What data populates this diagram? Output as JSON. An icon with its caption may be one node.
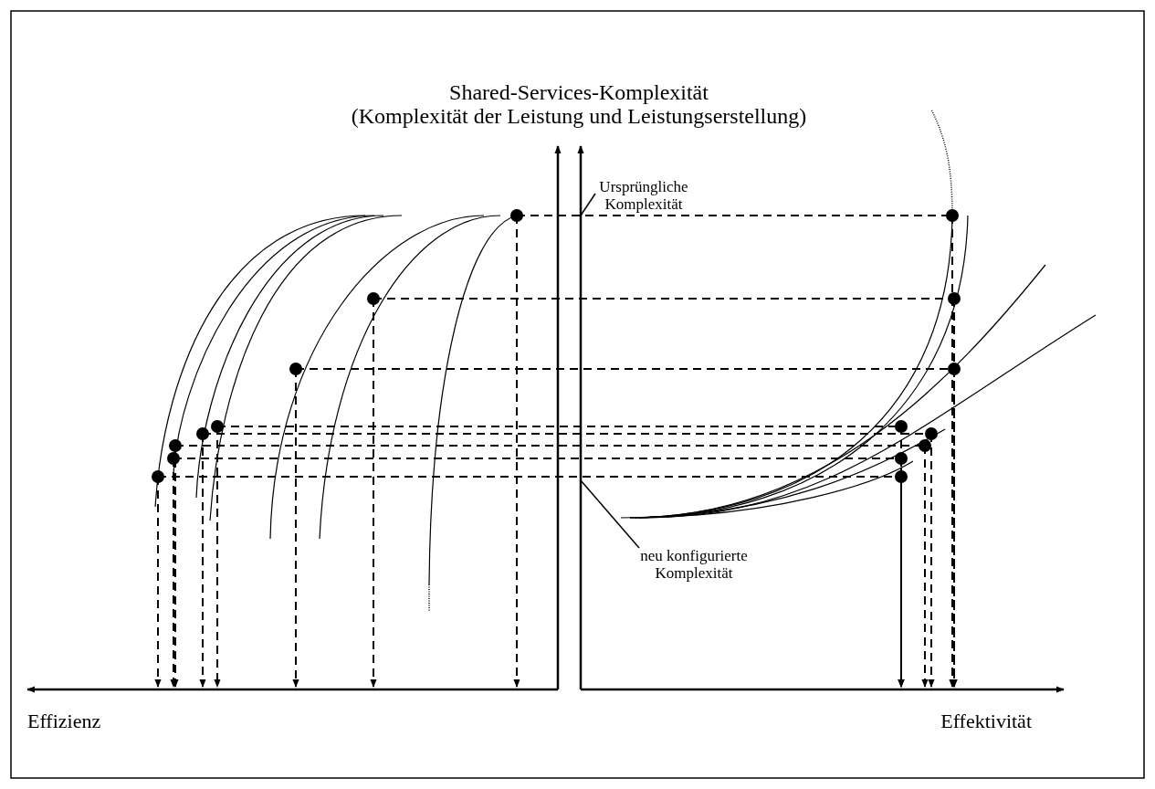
{
  "diagram": {
    "title": "Shared-Services-Komplexität (Komplexität der Leistung und Leistungserstellung)",
    "nodes": [
      {
        "text": [
          "Ursprüngliche Komplexität"
        ]
      },
      {
        "text": [
          "neu konfigurierte Komplexität"
        ]
      }
    ],
    "edges": [
      {
        "from": 0,
        "to": null,
        "arrow": "none"
      },
      {
        "from": 1,
        "to": null,
        "arrow": "none"
      }
    ],
    "labels": [
      "Effizienz",
      "Effektivität"
    ]
  }
}
